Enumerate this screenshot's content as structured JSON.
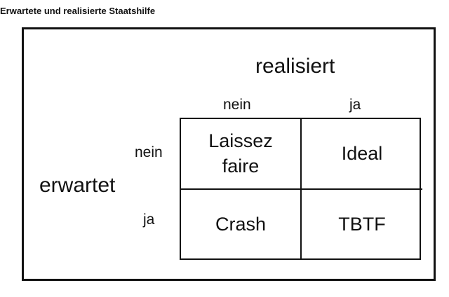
{
  "title": "Erwartete und realisierte Staatshilfe",
  "matrix": {
    "column_header": "realisiert",
    "row_header": "erwartet",
    "columns": [
      "nein",
      "ja"
    ],
    "rows": [
      "nein",
      "ja"
    ],
    "cells": [
      [
        "Laissez faire",
        "Ideal"
      ],
      [
        "Crash",
        "TBTF"
      ]
    ]
  }
}
